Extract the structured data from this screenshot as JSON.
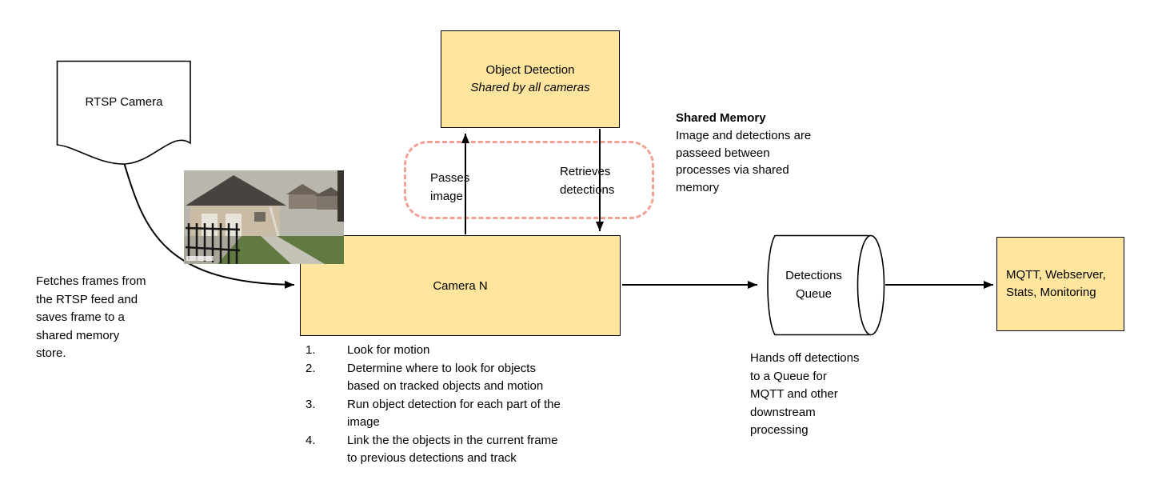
{
  "colors": {
    "box_fill": "#ffe59e",
    "box_border": "#000000",
    "dash": "#f0a094",
    "arrow": "#000000"
  },
  "nodes": {
    "rtsp_camera": {
      "label": "RTSP Camera"
    },
    "object_detection": {
      "title": "Object Detection",
      "subtitle": "Shared by all cameras"
    },
    "camera_n": {
      "label": "Camera N"
    },
    "detections_queue": {
      "label": "Detections\nQueue"
    },
    "mqtt": {
      "label": "MQTT, Webserver,\nStats, Monitoring"
    }
  },
  "edges": {
    "passes_image": "Passes\nimage",
    "retrieves_detections": "Retrieves\ndetections"
  },
  "notes": {
    "fetch": "Fetches frames from\nthe RTSP feed and\nsaves frame to a\nshared memory\nstore.",
    "shared_memory_title": "Shared Memory",
    "shared_memory_body": "Image and detections are\npasseed between\nprocesses via shared\nmemory",
    "queue_handoff": "Hands off detections\nto a Queue for\nMQTT and other\ndownstream\nprocessing"
  },
  "camera_steps": [
    {
      "num": "1.",
      "text": "Look for motion"
    },
    {
      "num": "2.",
      "text": "Determine where to look for objects\nbased on tracked objects and motion"
    },
    {
      "num": "3.",
      "text": "Run object detection for each part of the\nimage"
    },
    {
      "num": "4.",
      "text": "Link the the objects in the current frame\nto previous detections and track"
    }
  ]
}
